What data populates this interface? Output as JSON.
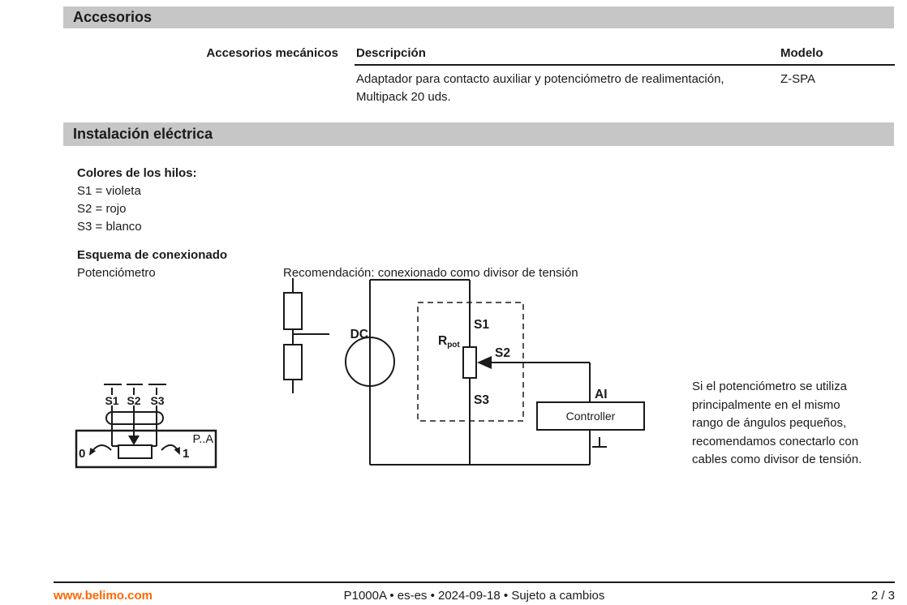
{
  "colors": {
    "accent_orange": "#ff6600",
    "section_bar_bg": "#c6c6c6",
    "text": "#1a1a1a"
  },
  "sections": {
    "accesorios": {
      "title": "Accesorios",
      "table": {
        "row_label": "Accesorios mecánicos",
        "col_desc": "Descripción",
        "col_model": "Modelo",
        "rows": [
          {
            "desc_line1": "Adaptador para contacto auxiliar y potenciómetro de realimentación,",
            "desc_line2": "Multipack 20 uds.",
            "model": "Z-SPA"
          }
        ]
      }
    },
    "instalacion": {
      "title": "Instalación eléctrica",
      "wire_colors": {
        "heading": "Colores de los hilos:",
        "items": [
          "S1 = violeta",
          "S2 = rojo",
          "S3 = blanco"
        ]
      },
      "esquema": {
        "heading": "Esquema de conexionado",
        "sub": "Potenciómetro",
        "recommendation": "Recomendación: conexionado como divisor de tensión"
      },
      "note": {
        "lines": [
          "Si el potenciómetro se utiliza",
          "principalmente en el mismo",
          "rango de ángulos pequeños,",
          "recomendamos conectarlo con",
          "cables como divisor de tensión."
        ]
      }
    }
  },
  "diagrams": {
    "main": {
      "dc": "DC",
      "r": "R",
      "r_sub": "pot",
      "s1": "S1",
      "s2": "S2",
      "s3": "S3",
      "ai": "AI",
      "controller": "Controller"
    },
    "actuator": {
      "s1": "S1",
      "s2": "S2",
      "s3": "S3",
      "pa": "P..A",
      "zero": "0",
      "one": "1"
    }
  },
  "footer": {
    "url": "www.belimo.com",
    "center": "P1000A • es-es • 2024-09-18 • Sujeto a cambios",
    "page": "2 / 3"
  }
}
